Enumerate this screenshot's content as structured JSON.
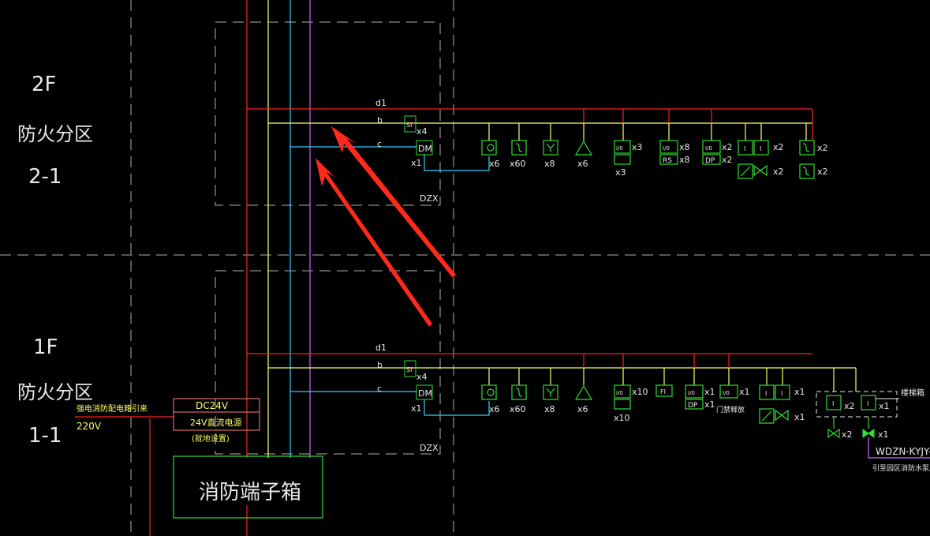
{
  "colors": {
    "background": "#000000",
    "red": "#ff2020",
    "yellow": "#ffff66",
    "cyan": "#33ccff",
    "magenta": "#cc66ff",
    "green": "#33dd33",
    "white": "#e8e8e8",
    "dash": "#b0b0b0",
    "arrow": "#ff2a1a"
  },
  "floor2": {
    "floor": "2F",
    "zone_line1": "防火分区",
    "zone_line2": "2-1",
    "dzx": "DZX",
    "d1": "d1",
    "b": "b",
    "c": "c",
    "si": "SI",
    "si_qty": "x4",
    "dm": "DM",
    "dm_qty": "x1"
  },
  "floor1": {
    "floor": "1F",
    "zone_line1": "防火分区",
    "zone_line2": "1-1",
    "dzx": "DZX",
    "d1": "d1",
    "b": "b",
    "c": "c",
    "si": "SI",
    "si_qty": "x4",
    "dm": "DM",
    "dm_qty": "x1"
  },
  "devices2": {
    "smoke_qty": "x6",
    "heat_qty": "x60",
    "hydrant_qty": "x8",
    "alarm_qty": "x6",
    "io1_label": "I/0",
    "io1_qty": "x3",
    "io1_sub_qty": "x3",
    "io2_label": "I/0",
    "io2_qty": "x8",
    "rs_label": "RS",
    "rs_qty": "x8",
    "io3_label": "I/0",
    "io3_qty": "x2",
    "dp_label": "DP",
    "dp_qty": "x2",
    "pair_label": "I",
    "pair_qty": "x2",
    "valve_qty": "x2",
    "s1_qty": "x2",
    "s2_qty": "x2"
  },
  "devices1": {
    "smoke_qty": "x6",
    "heat_qty": "x60",
    "hydrant_qty": "x8",
    "alarm_qty": "x6",
    "io1_label": "I/0",
    "io1_qty": "x10",
    "io1_sub_qty": "x10",
    "fi_label": "FI",
    "io2_label": "I/0",
    "io2_qty": "x1",
    "dp_label": "DP",
    "dp_qty": "x1",
    "io3_label": "I/0",
    "io3_qty": "x1",
    "door_label": "门禁释放",
    "pair_label": "I",
    "pair_qty": "x1",
    "valve_qty": "x1",
    "box_qty1": "x2",
    "box_qty2": "x1",
    "box_valve_qty1": "x2",
    "box_valve_qty2": "x1",
    "linkage_label": "楼梯箱",
    "cable": "WDZN-KYJY-",
    "pump_note": "引至园区消防水泵房"
  },
  "power": {
    "source_line1": "强电消防配电箱引来",
    "source_line2": "220V",
    "dc_label": "DC24V",
    "psu_label": "24V直流电源",
    "psu_note": "(就地设置)"
  },
  "terminal_box": "消防端子箱",
  "annotations": {
    "arrow_count": 2
  }
}
